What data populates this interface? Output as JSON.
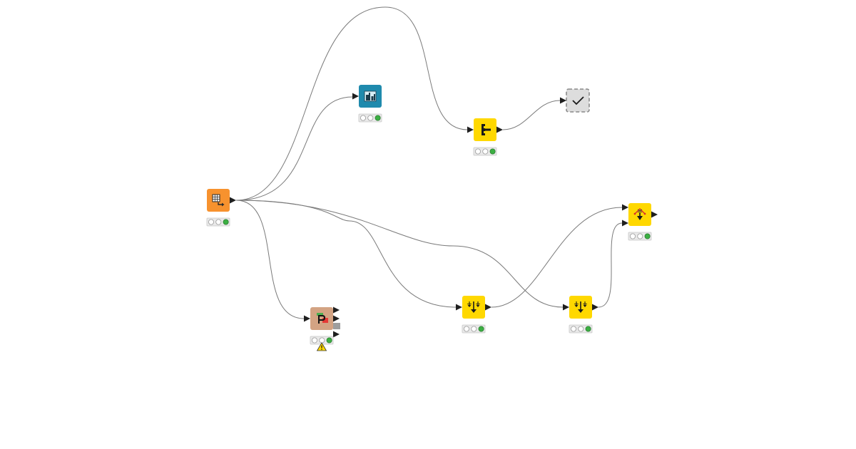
{
  "colors": {
    "io": "#f7922e",
    "visualizer": "#1f8aad",
    "manipulator": "#ffd800",
    "learner": "#d3a383",
    "component": "#dddddd",
    "connection": "#7a7a7a",
    "status_green": "#3cb043"
  },
  "nodes": [
    {
      "id": "n-table-creator",
      "kind": "io",
      "icon": "table-creator-icon",
      "status": [
        "off",
        "off",
        "green"
      ],
      "warning": false
    },
    {
      "id": "n-bar-chart",
      "kind": "visualizer",
      "icon": "bar-chart-icon",
      "status": [
        "off",
        "off",
        "green"
      ],
      "warning": false
    },
    {
      "id": "n-column-filter",
      "kind": "manipulator",
      "icon": "column-filter-icon",
      "status": [
        "off",
        "off",
        "green"
      ],
      "warning": false
    },
    {
      "id": "n-component-output",
      "kind": "component",
      "icon": "checkmark-icon",
      "status": [],
      "warning": false
    },
    {
      "id": "n-python-script",
      "kind": "learner",
      "icon": "python-script-icon",
      "status": [
        "off",
        "off",
        "green"
      ],
      "warning": true
    },
    {
      "id": "n-sorter-1",
      "kind": "manipulator",
      "icon": "sorter-icon",
      "status": [
        "off",
        "off",
        "green"
      ],
      "warning": false
    },
    {
      "id": "n-sorter-2",
      "kind": "manipulator",
      "icon": "sorter-icon",
      "status": [
        "off",
        "off",
        "green"
      ],
      "warning": false
    },
    {
      "id": "n-joiner",
      "kind": "manipulator",
      "icon": "joiner-icon",
      "status": [
        "off",
        "off",
        "green"
      ],
      "warning": false
    }
  ],
  "connections": [
    {
      "from": "n-table-creator",
      "to": "n-bar-chart"
    },
    {
      "from": "n-table-creator",
      "to": "n-column-filter"
    },
    {
      "from": "n-table-creator",
      "to": "n-python-script"
    },
    {
      "from": "n-table-creator",
      "to": "n-sorter-1"
    },
    {
      "from": "n-table-creator",
      "to": "n-sorter-2"
    },
    {
      "from": "n-column-filter",
      "to": "n-component-output"
    },
    {
      "from": "n-sorter-1",
      "to": "n-joiner"
    },
    {
      "from": "n-sorter-2",
      "to": "n-joiner"
    }
  ]
}
